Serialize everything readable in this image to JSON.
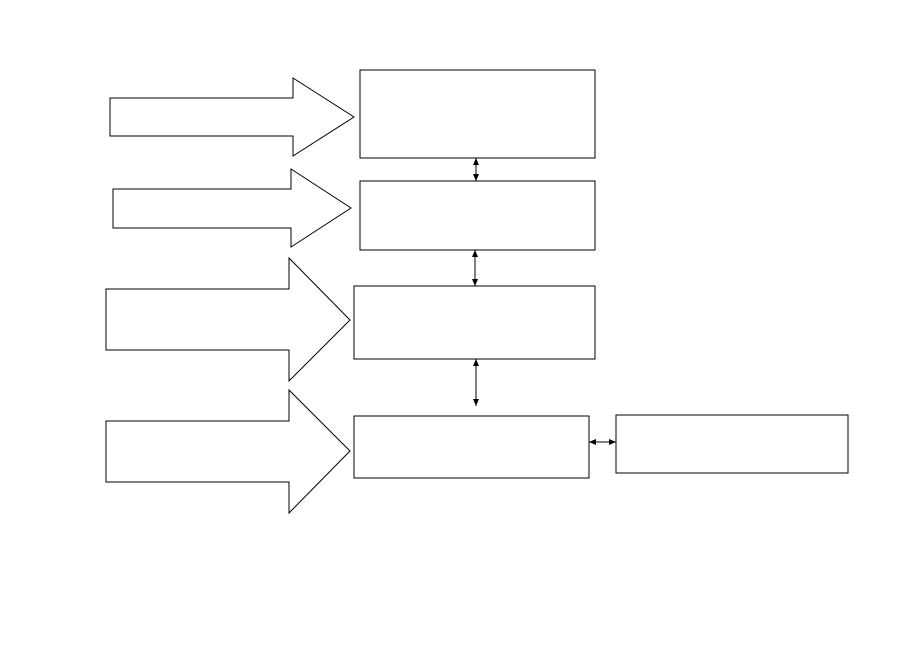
{
  "diagram": {
    "arrows": [
      {
        "id": "input-arrow-1",
        "label": ""
      },
      {
        "id": "input-arrow-2",
        "label": ""
      },
      {
        "id": "input-arrow-3",
        "label": ""
      },
      {
        "id": "input-arrow-4",
        "label": ""
      }
    ],
    "boxes": [
      {
        "id": "box-1",
        "label": ""
      },
      {
        "id": "box-2",
        "label": ""
      },
      {
        "id": "box-3",
        "label": ""
      },
      {
        "id": "box-4",
        "label": ""
      },
      {
        "id": "box-side",
        "label": ""
      }
    ],
    "connectors": [
      {
        "from": "box-1",
        "to": "box-2",
        "type": "bidirectional"
      },
      {
        "from": "box-2",
        "to": "box-3",
        "type": "bidirectional"
      },
      {
        "from": "box-3",
        "to": "box-4",
        "type": "bidirectional"
      },
      {
        "from": "box-4",
        "to": "box-side",
        "type": "bidirectional"
      }
    ],
    "colors": {
      "stroke": "#000000",
      "fill": "#ffffff"
    }
  }
}
